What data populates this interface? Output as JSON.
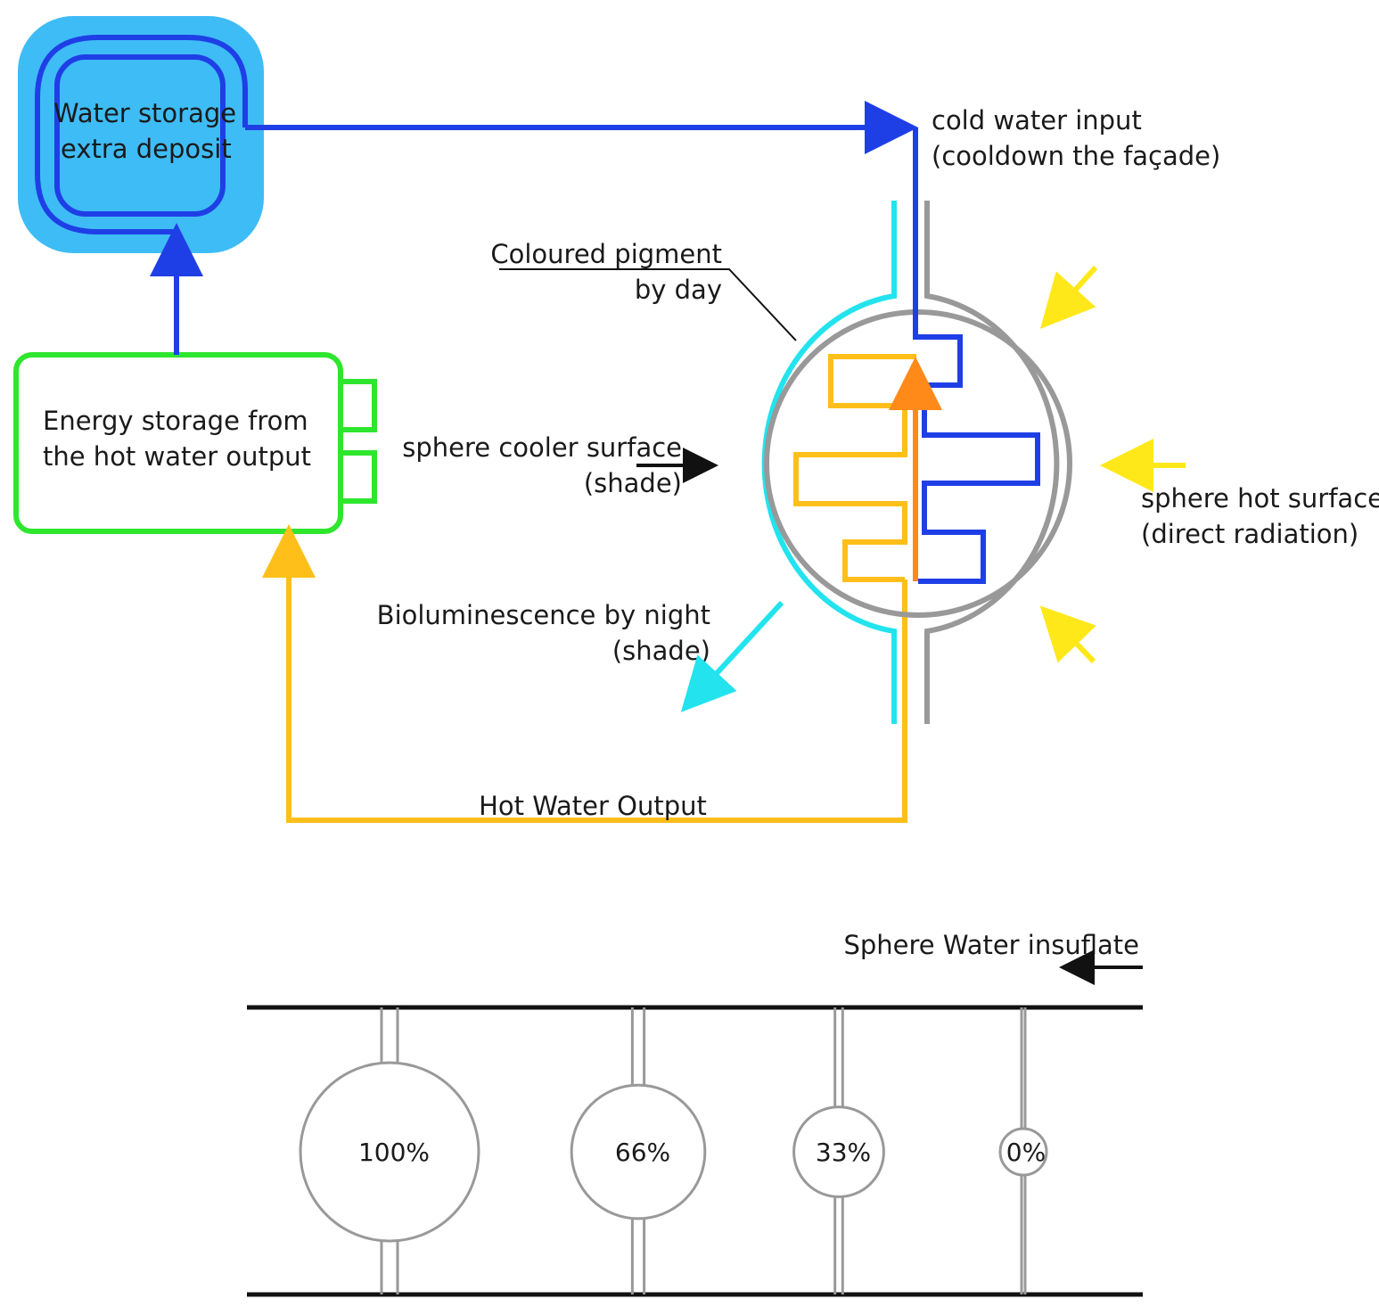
{
  "colors": {
    "cold": "#1f3fe6",
    "cold_fill": "#3ebcf6",
    "hot": "#ffbf1a",
    "hot_arrow": "#ff8a1a",
    "energy": "#2ee62e",
    "shade": "#22e3ee",
    "sphere": "#999999",
    "sun": "#ffe81a",
    "black": "#111111"
  },
  "water_storage": {
    "line1": "Water storage",
    "line2": "extra deposit"
  },
  "energy_storage": {
    "line1": "Energy storage from",
    "line2": "the hot water output"
  },
  "cold_input": {
    "line1": "cold water input",
    "line2": "(cooldown the façade)"
  },
  "pigment": {
    "line1": "Coloured pigment",
    "line2": "by day"
  },
  "cooler": {
    "line1": "sphere cooler surface",
    "line2": "(shade)"
  },
  "hot_surface": {
    "line1": "sphere hot surface",
    "line2": "(direct radiation)"
  },
  "biolum": {
    "line1": "Bioluminescence by night",
    "line2": "(shade)"
  },
  "hot_output": "Hot Water Output",
  "insuflate": "Sphere Water insuflate",
  "spheres": [
    {
      "label": "100%",
      "fill": 1.0
    },
    {
      "label": "66%",
      "fill": 0.66
    },
    {
      "label": "33%",
      "fill": 0.33
    },
    {
      "label": "0%",
      "fill": 0.0
    }
  ]
}
